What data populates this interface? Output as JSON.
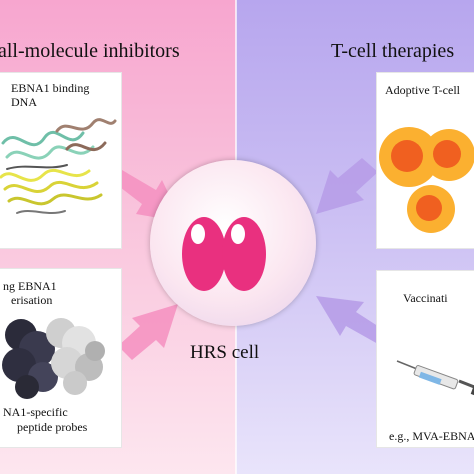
{
  "headings": {
    "left": "all-molecule inhibitors",
    "right": "T-cell therapies"
  },
  "panels": {
    "top_left": {
      "line1": "EBNA1 binding",
      "line2": "DNA"
    },
    "bottom_left": {
      "line1": "ng EBNA1",
      "line2": "erisation",
      "footer1": "NA1-specific",
      "footer2": "peptide probes"
    },
    "top_right": {
      "line1": "Adoptive T-cell"
    },
    "bottom_right": {
      "line1": "Vaccinati",
      "footer1": "e.g., MVA-EBNA"
    }
  },
  "center": {
    "label": "HRS cell"
  },
  "colors": {
    "left_bg": "#f7a6cf",
    "right_bg": "#b7a6ee",
    "nucleus": "#e9307f",
    "tcell_outer": "#fbb030",
    "tcell_inner": "#f06020"
  },
  "icons": [
    "protein-structure-icon",
    "t-cell-icon",
    "syringe-icon"
  ]
}
